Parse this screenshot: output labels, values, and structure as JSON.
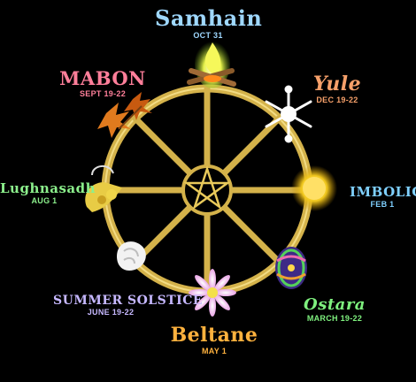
{
  "sabbats": [
    {
      "name": "Samhain",
      "date": "OCT 31",
      "color": "#9fd8ff"
    },
    {
      "name": "Yule",
      "date": "DEC 19-22",
      "color": "#f6a06a"
    },
    {
      "name": "IMBOLIC",
      "date": "FEB 1",
      "color": "#7fd0ff"
    },
    {
      "name": "Ostara",
      "date": "MARCH 19-22",
      "color": "#7ef07e"
    },
    {
      "name": "Beltane",
      "date": "MAY 1",
      "color": "#ffb23e"
    },
    {
      "name": "SUMMER SOLSTICE",
      "date": "JUNE 19-22",
      "color": "#c6b8ff"
    },
    {
      "name": "Lughnasadh",
      "date": "AUG 1",
      "color": "#8cf08c"
    },
    {
      "name": "MABON",
      "date": "SEPT 19-22",
      "color": "#ff7f9a"
    }
  ],
  "icons": [
    "fire-icon",
    "snowflake-icon",
    "sun-icon",
    "egg-icon",
    "flower-icon",
    "seashell-icon",
    "cornucopia-icon",
    "autumn-leaves-icon"
  ],
  "wheel_color": "#d4b24a"
}
